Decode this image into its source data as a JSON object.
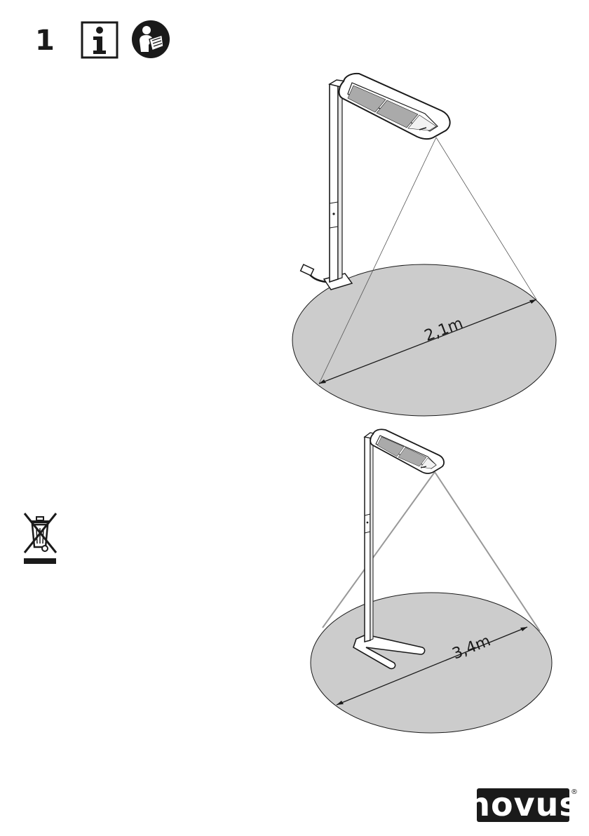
{
  "page": {
    "number": "1",
    "icons": [
      "info-icon",
      "read-manual-icon",
      "weee-crossed-bin-icon"
    ]
  },
  "diagram_top": {
    "dimension_label": "2,1m",
    "lamp_type": "floor-lamp-rectangular-base"
  },
  "diagram_bottom": {
    "dimension_label": "3,4m",
    "lamp_type": "floor-lamp-v-base"
  },
  "brand": {
    "logo_text": "novus",
    "registered_mark": "®"
  },
  "colors": {
    "ink": "#1a1a1a",
    "light_area": "#cccccc"
  }
}
